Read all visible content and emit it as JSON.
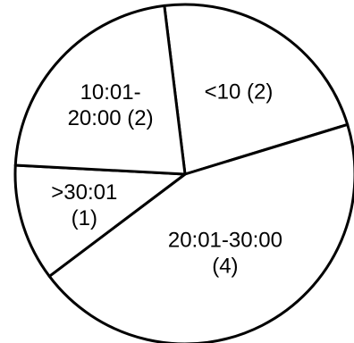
{
  "chart_data": {
    "type": "pie",
    "title": "",
    "legend": "none",
    "slices": [
      {
        "category": "<10",
        "value": 2,
        "label_lines": [
          "<10 (2)"
        ]
      },
      {
        "category": "20:01-30:00",
        "value": 4,
        "label_lines": [
          "20:01-30:00",
          "(4)"
        ]
      },
      {
        "category": ">30:01",
        "value": 1,
        "label_lines": [
          ">30:01",
          "(1)"
        ]
      },
      {
        "category": "10:01-20:00",
        "value": 2,
        "label_lines": [
          "10:01-",
          "20:00 (2)"
        ]
      }
    ],
    "colors": {
      "fill": "#ffffff",
      "stroke": "#000000",
      "text": "#000000"
    }
  }
}
